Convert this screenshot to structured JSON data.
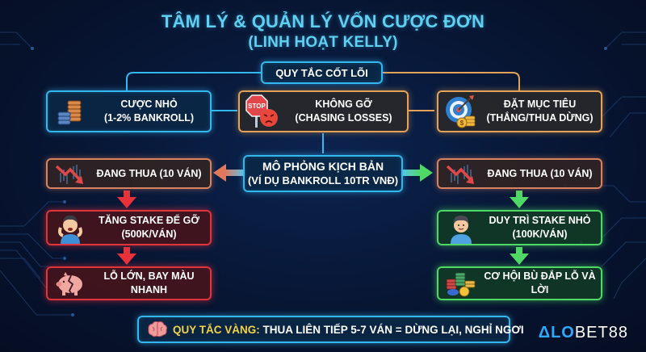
{
  "title": {
    "line1": "TÂM LÝ & QUẢN LÝ VỐN CƯỢC ĐƠN",
    "line2": "(LINH HOẠT KELLY)"
  },
  "core_rules": {
    "header": "QUY TẮC CỐT LÕI",
    "items": [
      {
        "line1": "CƯỢC NHỎ",
        "line2": "(1-2% BANKROLL)",
        "icon": "coin-stack-icon"
      },
      {
        "line1": "KHÔNG GỠ",
        "line2": "(CHASING LOSSES)",
        "icon": "stop-sign-angry-icon"
      },
      {
        "line1": "ĐẶT MỤC TIÊU",
        "line2": "(THẮNG/THUA DỪNG)",
        "icon": "target-coins-icon"
      }
    ]
  },
  "simulation": {
    "line1": "MÔ PHỎNG KỊCH BẢN",
    "line2": "(VÍ DỤ BANKROLL 10TR VNĐ)"
  },
  "bad_path": [
    {
      "line1": "ĐANG THUA (10 VÁN)",
      "icon": "downtrend-chart-icon"
    },
    {
      "line1": "TĂNG STAKE ĐỂ GỠ",
      "line2": "(500K/VÁN)",
      "icon": "stressed-person-icon"
    },
    {
      "line1": "LỖ LỚN, BAY MÀU NHANH",
      "icon": "broken-piggy-bank-icon"
    }
  ],
  "good_path": [
    {
      "line1": "ĐANG THUA (10 VÁN)",
      "icon": "downtrend-chart-icon"
    },
    {
      "line1": "DUY TRÌ STAKE NHỎ",
      "line2": "(100K/VÁN)",
      "icon": "calm-person-icon"
    },
    {
      "line1": "CƠ HỘI BÙ ĐẮP LỖ VÀ LỜI",
      "icon": "casino-chips-icon"
    }
  ],
  "golden_rule": {
    "label": "QUY TẮC VÀNG:",
    "text": "THUA LIÊN TIẾP 5-7 VÁN = DỪNG LẠI, NGHỈ NGƠI",
    "icon": "brain-icon"
  },
  "brand": {
    "part1": "ΔLO",
    "part2": "BET88"
  },
  "colors": {
    "title": "#5fd0f2",
    "blue": "#33b8ee",
    "orange": "#e2a25a",
    "red": "#e0343c",
    "green": "#4fd865",
    "gold": "#f2d24a"
  }
}
